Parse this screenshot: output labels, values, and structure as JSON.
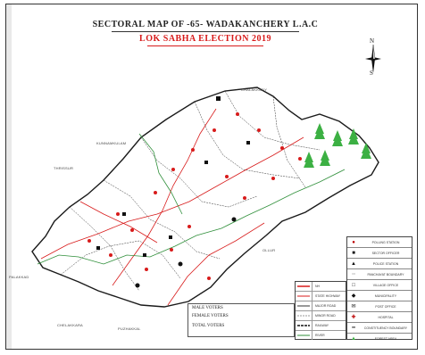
{
  "map": {
    "title": "SECTORAL MAP OF -65- WADAKANCHERY L.A.C",
    "subtitle": "LOK SABHA ELECTION 2019",
    "north_label_top": "N",
    "north_label_bottom": "S",
    "place_labels": [
      "CHALAKKUDY",
      "KUNNAMKULAM",
      "THRISSUR",
      "PALAKKAD",
      "OLLUR",
      "PUZHAKKAL",
      "CHELAKKARA"
    ],
    "totals": {
      "male_voters": "MALE VOTERS",
      "female_voters": "FEMALE VOTERS",
      "total_voters": "TOTAL VOTERS"
    },
    "legend_rows": [
      "POLLING STATION",
      "SECTOR OFFICER",
      "POLICE STATION",
      "PANCHAYAT BOUNDARY",
      "VILLAGE OFFICE",
      "MUNICIPALITY",
      "POST OFFICE",
      "HOSPITAL",
      "CONSTITUENCY BOUNDARY",
      "FOREST AREA"
    ],
    "road_legend_rows": [
      "NH",
      "STATE HIGHWAY",
      "MAJOR ROAD",
      "MINOR ROAD",
      "RAILWAY",
      "RIVER"
    ],
    "colors": {
      "boundary": "#1a1a1a",
      "roads": "#d81b1b",
      "rivers": "#2f8f3a",
      "forest": "#3cb043",
      "title": "#222222",
      "subtitle": "#d81b1b"
    }
  }
}
